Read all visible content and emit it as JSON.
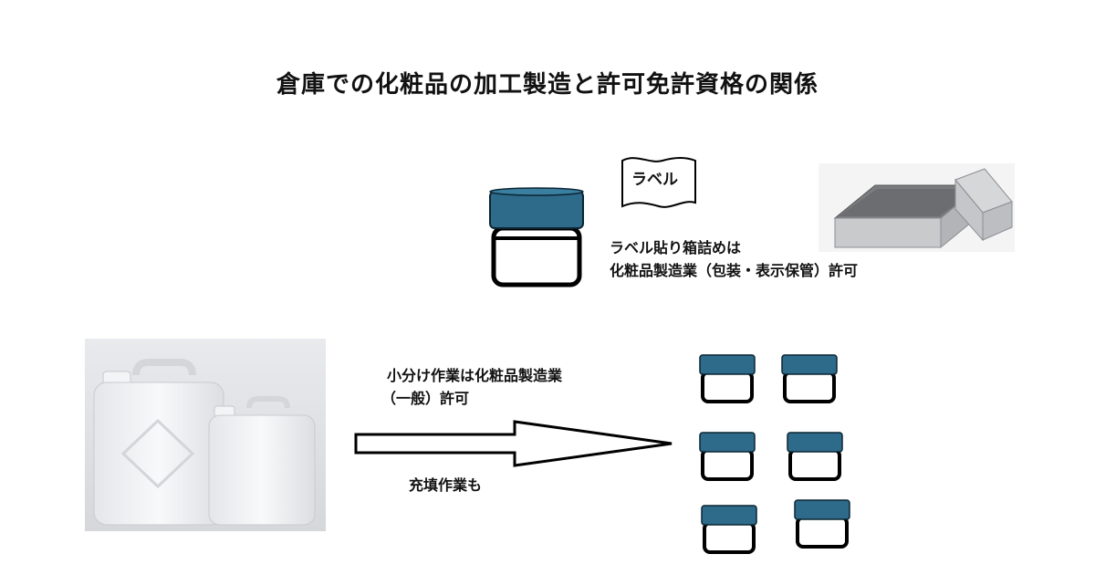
{
  "title": "倉庫での化粧品の加工製造と許可免許資格の関係",
  "label_flag_text": "ラベル",
  "packaging_note": {
    "line1": "ラベル貼り箱詰めは",
    "line2": "化粧品製造業（包装・表示保管）許可"
  },
  "subdivide_note": {
    "line1": "小分け作業は化粧品製造業",
    "line2": "（一般）許可"
  },
  "filling_note": "充填作業も",
  "colors": {
    "jar_lid": "#2e6a8a",
    "jar_outline": "#000000",
    "box_gray": "#c9cacc",
    "canister_white": "#f2f3f5"
  },
  "icons": [
    "jar-icon",
    "label-flag-icon",
    "open-box-image",
    "canister-image",
    "right-arrow-icon"
  ]
}
